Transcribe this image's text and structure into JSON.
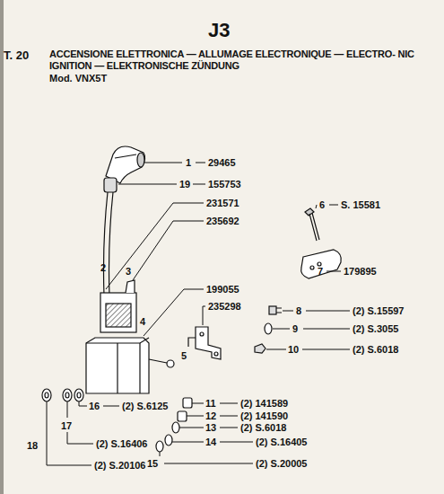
{
  "diagram": {
    "title": "ACCENSIONE ELETTRONICA — ALLUMAGE ELECTRONIQUE — ELECTRO- NIC IGNITION — ELEKTRONISCHE ZÜNDUNG",
    "labels": [
      "J3",
      "T. 20",
      "Mod. VNX5T",
      "1",
      "29465",
      "19",
      "155753",
      "231571",
      "235692",
      "2",
      "3",
      "6",
      "S. 15581",
      "7",
      "179895",
      "199055",
      "235298",
      "4",
      "8",
      "(2) S.15597",
      "5",
      "9",
      "(2) S.3055",
      "10",
      "(2) S.6018",
      "16",
      "(2) S.6125",
      "11",
      "(2) 141589",
      "12",
      "(2) 141590",
      "13",
      "(2) S.6018",
      "17",
      "(2) S.16406",
      "14",
      "(2) S.16405",
      "18",
      "(2) S.20106",
      "15",
      "(2) S.20005"
    ]
  }
}
